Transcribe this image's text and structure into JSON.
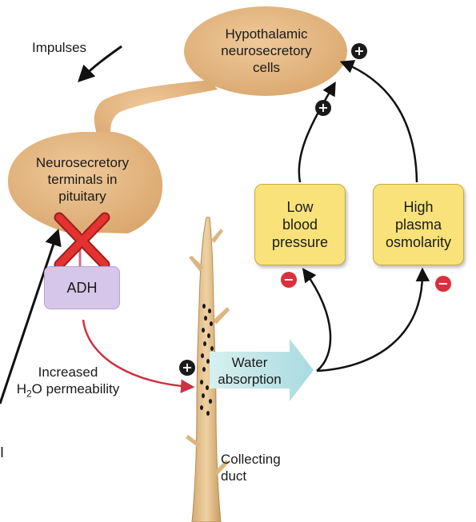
{
  "labels": {
    "hypothalamic": "Hypothalamic\nneurosecretory\ncells",
    "impulses": "Impulses",
    "terminals": "Neurosecretory\nterminals in\npituitary",
    "adh": "ADH",
    "increased_line1": "Increased",
    "h2o_h": "H",
    "h2o_sub": "2",
    "h2o_rest": "O permeability",
    "water_absorption": "Water\nabsorption",
    "low_bp": "Low\nblood\npressure",
    "high_osm": "High\nplasma\nosmolarity",
    "collecting_duct": "Collecting\nduct",
    "edge_fragment": "I"
  },
  "signs": {
    "plus": "+",
    "minus": "−"
  },
  "colors": {
    "cell_body": "#e3b47f",
    "cell_shadow": "#c9955c",
    "box_fill": "#f9e27a",
    "adh_fill": "#d6c6ea",
    "arrow_fill": "#bfe4e6",
    "duct": "#e4c08c",
    "red_arrow": "#cc3344",
    "x_mark": "#e3322f",
    "minus_circle": "#d8313d"
  }
}
